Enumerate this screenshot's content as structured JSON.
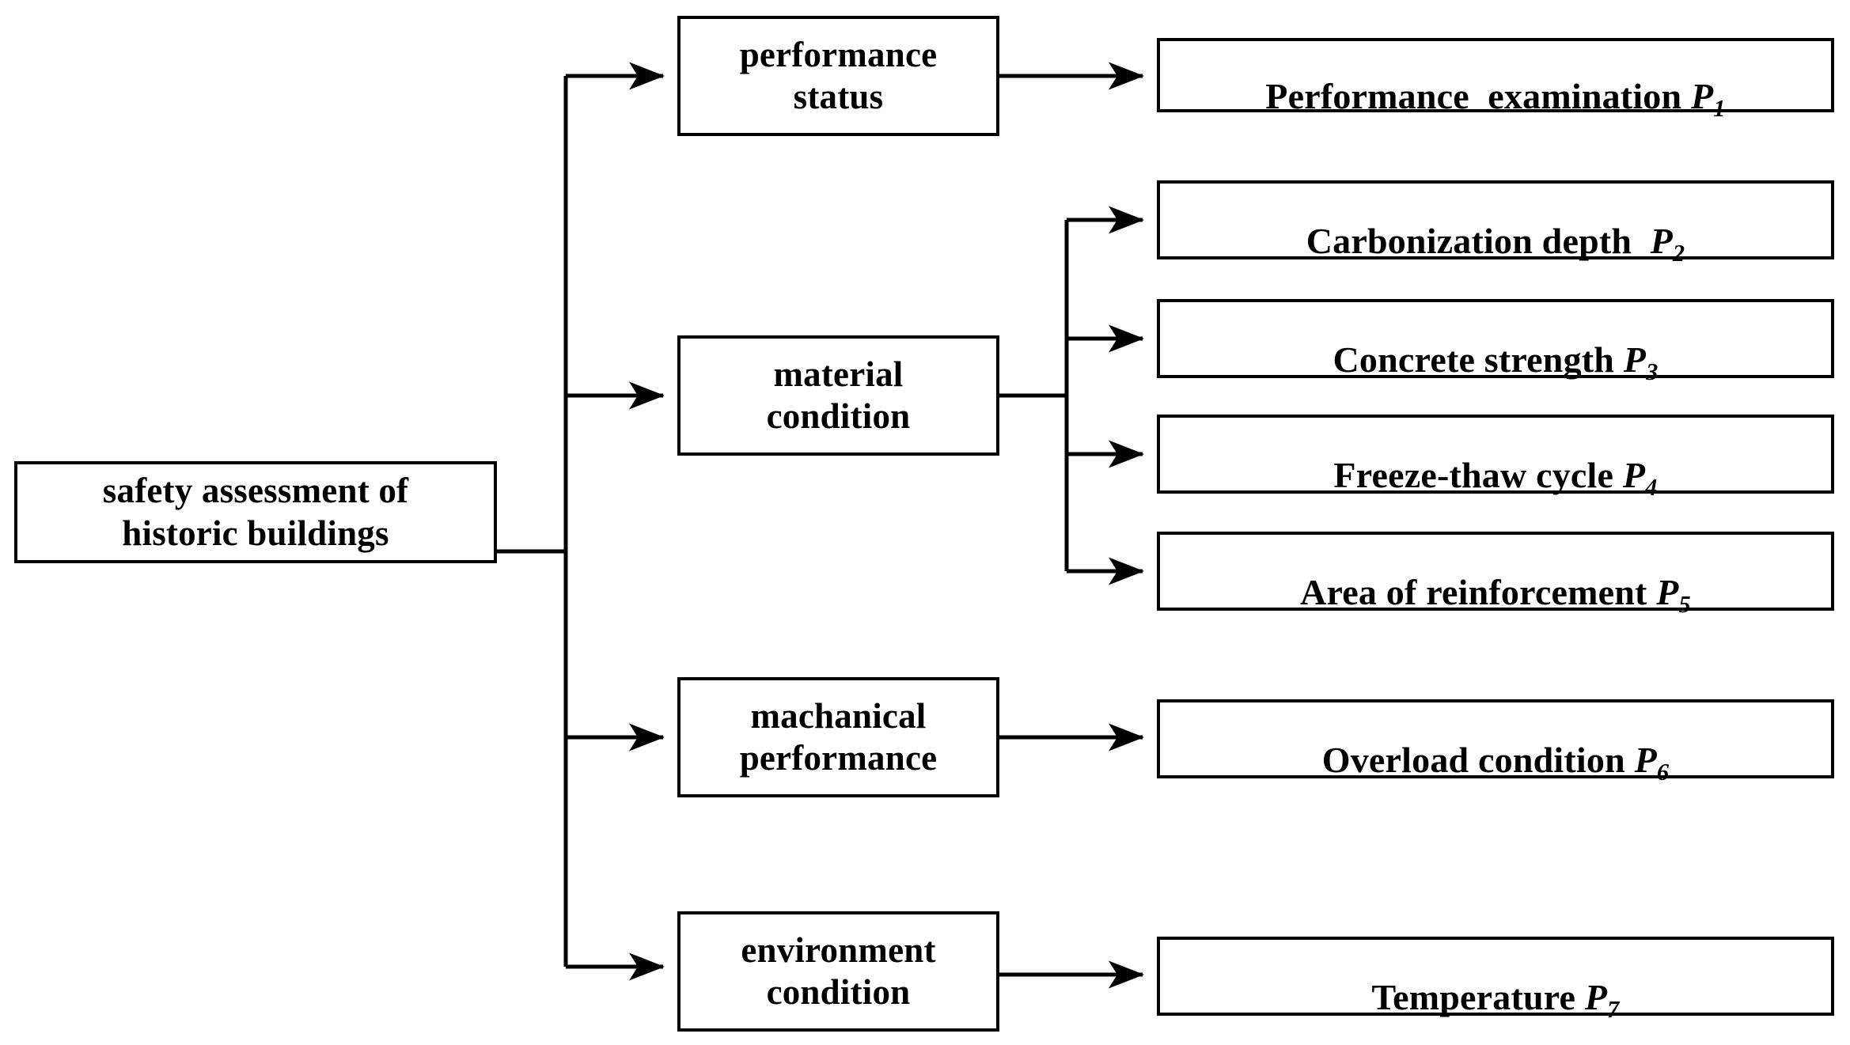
{
  "diagram": {
    "title": "safety assessment of historic buildings hierarchy",
    "type": "tree-hierarchy",
    "colors": {
      "background": "#ffffff",
      "line": "#000000",
      "text": "#000000",
      "box_border": "#000000"
    },
    "root": {
      "label": "safety assessment of\nhistoric buildings"
    },
    "criteria": [
      {
        "label": "performance\nstatus"
      },
      {
        "label": "material\ncondition"
      },
      {
        "label": "machanical\nperformance"
      },
      {
        "label": "environment\ncondition"
      }
    ],
    "indicators": [
      {
        "text": "Performance  examination ",
        "symbol": "P",
        "subscript": "1",
        "parent": "performance status"
      },
      {
        "text": "Carbonization depth  ",
        "symbol": "P",
        "subscript": "2",
        "parent": "material condition"
      },
      {
        "text": "Concrete strength ",
        "symbol": "P",
        "subscript": "3",
        "parent": "material condition"
      },
      {
        "text": "Freeze-thaw cycle ",
        "symbol": "P",
        "subscript": "4",
        "parent": "material condition"
      },
      {
        "text": "Area of reinforcement ",
        "symbol": "P",
        "subscript": "5",
        "parent": "material condition"
      },
      {
        "text": "Overload condition ",
        "symbol": "P",
        "subscript": "6",
        "parent": "machanical performance"
      },
      {
        "text": "Temperature ",
        "symbol": "P",
        "subscript": "7",
        "parent": "environment condition"
      }
    ]
  }
}
